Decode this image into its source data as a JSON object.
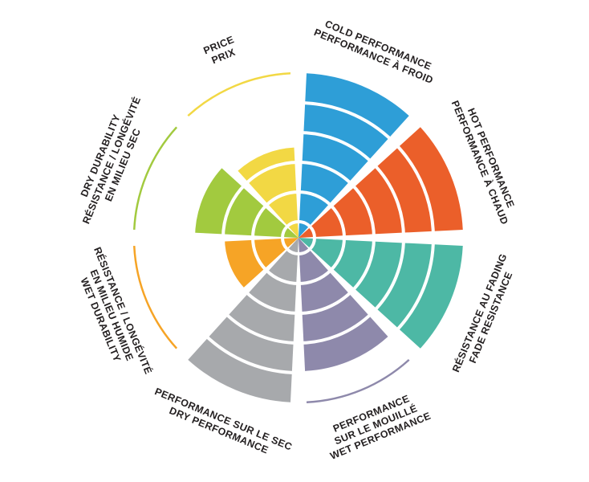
{
  "chart_data": {
    "type": "polar-wheel",
    "levels": 5,
    "background": "#ffffff",
    "label_color": "#231F20",
    "ring_color": "#ffffff",
    "sectors": [
      {
        "id": "cold-performance",
        "lines": [
          "COLD PERFORMANCE",
          "PERFORMANCE À FROID"
        ],
        "value": 5,
        "color": "#2E9ED7",
        "center_angle": 22.5
      },
      {
        "id": "hot-performance",
        "lines": [
          "HOT PERFORMANCE",
          "PERFORMANCE À CHAUD"
        ],
        "value": 5,
        "color": "#EB5F2A",
        "center_angle": 67.5
      },
      {
        "id": "fade-resistance",
        "lines": [
          "RÉSISTANCE AU FADING",
          "FADE RESISTANCE"
        ],
        "value": 5,
        "color": "#4DB8A5",
        "center_angle": 112.5
      },
      {
        "id": "wet-performance",
        "lines": [
          "PERFORMANCE",
          "SUR LE MOUILLÉ",
          "WET PERFORMANCE"
        ],
        "value": 4,
        "color": "#8E89AB",
        "center_angle": 157.5
      },
      {
        "id": "dry-performance",
        "lines": [
          "PERFORMANCE SUR LE SEC",
          "DRY PERFORMANCE"
        ],
        "value": 5,
        "color": "#A7A9AC",
        "center_angle": 202.5
      },
      {
        "id": "wet-durability",
        "lines": [
          "RÉSISTANCE / LONGÉVITÉ",
          "EN MILIEU HUMIDE",
          "WET DURABILITY"
        ],
        "value": 2,
        "color": "#F6A426",
        "center_angle": 247.5
      },
      {
        "id": "dry-durability",
        "lines": [
          "DRY DURABILITY",
          "RÉSISTANCE / LONGÉVITÉ",
          "EN MILIEU SEC"
        ],
        "value": 3,
        "color": "#A2CA3F",
        "center_angle": 292.5
      },
      {
        "id": "price",
        "lines": [
          "PRICE",
          "PRIX"
        ],
        "value": 2.5,
        "color": "#F2D844",
        "center_angle": 337.5
      }
    ]
  }
}
